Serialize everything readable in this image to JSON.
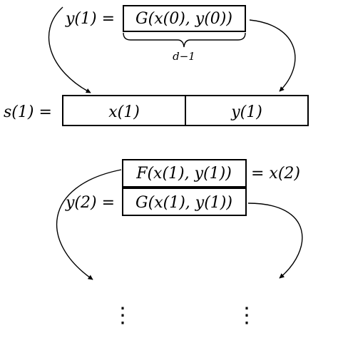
{
  "top": {
    "lhs": "y(1) =",
    "box": "G(x(0), y(0))",
    "brace_label": "d−1"
  },
  "state": {
    "lhs": "s(1) =",
    "left_cell": "x(1)",
    "right_cell": "y(1)"
  },
  "step": {
    "f_box": "F(x(1), y(1))",
    "f_rhs": "= x(2)",
    "g_lhs": "y(2) =",
    "g_box": "G(x(1), y(1))"
  },
  "continuation": {
    "symbol": "⋮"
  }
}
